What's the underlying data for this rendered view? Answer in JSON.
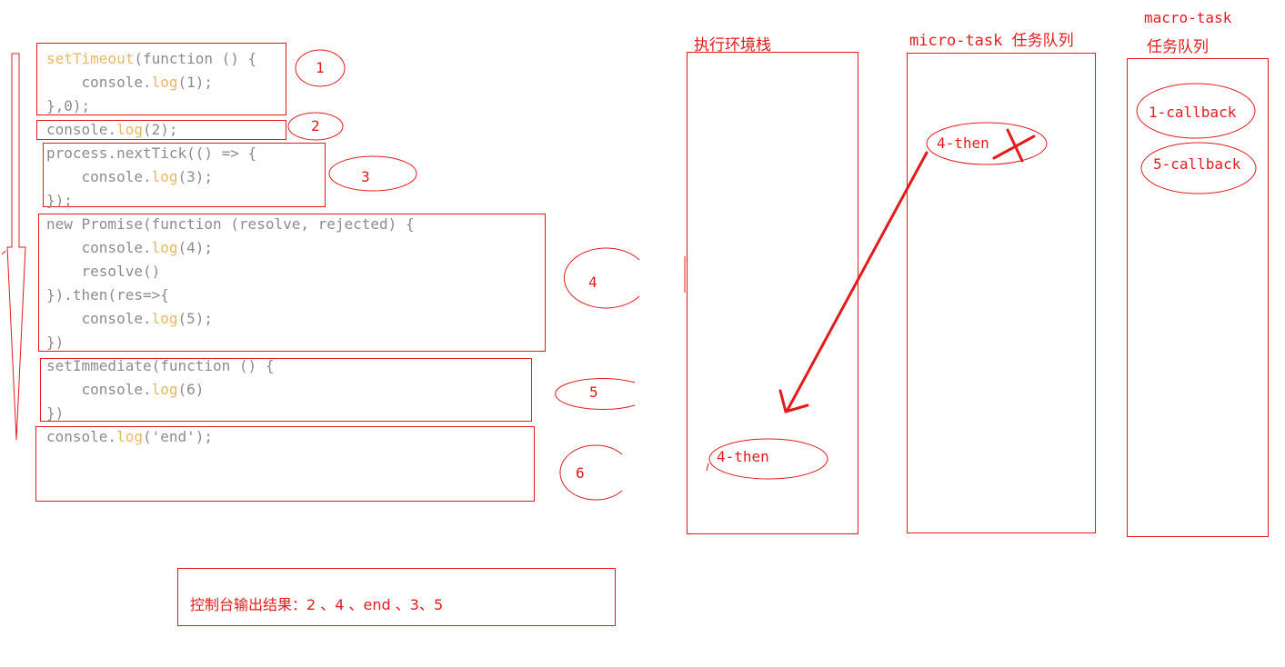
{
  "code_blocks": [
    {
      "id": "block-1",
      "lines": [
        [
          [
            "fn",
            "setTimeout"
          ],
          [
            "",
            "(function () {"
          ]
        ],
        [
          [
            "",
            "    console."
          ],
          [
            "fn",
            "log"
          ],
          [
            "",
            "(1);"
          ]
        ],
        [
          [
            "",
            "},0);"
          ]
        ]
      ]
    },
    {
      "id": "block-2",
      "lines": [
        [
          [
            "",
            "console."
          ],
          [
            "fn",
            "log"
          ],
          [
            "",
            "(2);"
          ]
        ]
      ]
    },
    {
      "id": "block-3",
      "lines": [
        [
          [
            "",
            "process.nextTick(() => {"
          ]
        ],
        [
          [
            "",
            "    console."
          ],
          [
            "fn",
            "log"
          ],
          [
            "",
            "(3);"
          ]
        ],
        [
          [
            "",
            "});"
          ]
        ]
      ]
    },
    {
      "id": "block-4",
      "lines": [
        [
          [
            "",
            "new Promise(function (resolve, rejected) {"
          ]
        ],
        [
          [
            "",
            "    console."
          ],
          [
            "fn",
            "log"
          ],
          [
            "",
            "(4);"
          ]
        ],
        [
          [
            "",
            "    resolve()"
          ]
        ],
        [
          [
            "",
            "}).then(res=>{"
          ]
        ],
        [
          [
            "",
            "    console."
          ],
          [
            "fn",
            "log"
          ],
          [
            "",
            "(5);"
          ]
        ],
        [
          [
            "",
            "})"
          ]
        ]
      ]
    },
    {
      "id": "block-5",
      "lines": [
        [
          [
            "",
            "setImmediate(function () {"
          ]
        ],
        [
          [
            "",
            "    console."
          ],
          [
            "fn",
            "log"
          ],
          [
            "",
            "(6)"
          ]
        ],
        [
          [
            "",
            "})"
          ]
        ]
      ]
    },
    {
      "id": "block-6",
      "lines": [
        [
          [
            "",
            "console."
          ],
          [
            "fn",
            "log"
          ],
          [
            "",
            "('end');"
          ]
        ]
      ]
    }
  ],
  "step_numbers": [
    "1",
    "2",
    "3",
    "4",
    "5",
    "6"
  ],
  "columns": {
    "exec_stack": {
      "title": "执行环境栈"
    },
    "micro_task": {
      "title": "micro-task 任务队列"
    },
    "macro_task": {
      "title_line1": "macro-task",
      "title_line2": "任务队列"
    }
  },
  "queue_items": {
    "exec_item": "4-then",
    "micro_item": "4-then",
    "macro_item_1": "1-callback",
    "macro_item_2": "5-callback"
  },
  "result": {
    "text": "控制台输出结果：2 、4 、end 、3、5"
  },
  "colors": {
    "accent": "#e21b1b",
    "code_gray": "#8c8c8c",
    "code_fn": "#e8b866"
  }
}
